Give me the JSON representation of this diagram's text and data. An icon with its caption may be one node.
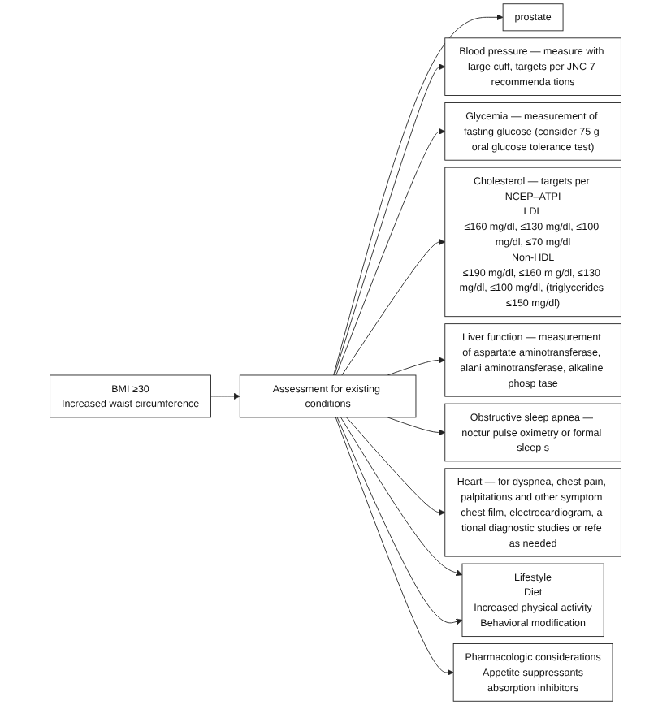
{
  "diagram": {
    "nodes": [
      {
        "text": [
          "BMI ≥30",
          "Increased waist circumference"
        ]
      },
      {
        "text": [
          "Assessment for existing conditions"
        ]
      },
      {
        "text": [
          "prostate"
        ]
      },
      {
        "text": [
          "Blood pressure — measure with large cuff, targets per JNC 7 recommenda tions"
        ]
      },
      {
        "text": [
          "Glycemia — measurement of fasting glucose (consider 75 g oral glucose tolerance test)"
        ]
      },
      {
        "text": [
          "Cholesterol — targets per NCEP–ATPI",
          "LDL",
          "≤160 mg/dl, ≤130 mg/dl, ≤100 mg/dl, ≤70 mg/dl",
          "Non-HDL",
          "≤190 mg/dl, ≤160 m g/dl, ≤130 mg/dl, ≤100 mg/dl, (triglycerides ≤150 mg/dl)"
        ]
      },
      {
        "text": [
          "Liver function — measurement of aspartate aminotransferase, alani aminotransferase, alkaline phosp tase"
        ]
      },
      {
        "text": [
          "Obstructive sleep apnea — noctur pulse oximetry or formal sleep s"
        ]
      },
      {
        "text": [
          "Heart — for dyspnea, chest pain, palpitations and other symptom chest film, electrocardiogram, a tional diagnostic studies or refe as needed"
        ]
      },
      {
        "text": [
          "Lifestyle",
          "Diet",
          "Increased physical activity",
          "Behavioral modification"
        ]
      },
      {
        "text": [
          "Pharmacologic considerations",
          "Appetite suppressants",
          "absorption inhibitors"
        ]
      }
    ],
    "edges": [
      {
        "from": 0,
        "to": 1,
        "arrow": "to"
      },
      {
        "from": 1,
        "to": 2,
        "arrow": "to"
      },
      {
        "from": 1,
        "to": 3,
        "arrow": "to"
      },
      {
        "from": 1,
        "to": 4,
        "arrow": "to"
      },
      {
        "from": 1,
        "to": 5,
        "arrow": "to"
      },
      {
        "from": 1,
        "to": 6,
        "arrow": "to"
      },
      {
        "from": 1,
        "to": 7,
        "arrow": "to"
      },
      {
        "from": 1,
        "to": 8,
        "arrow": "to"
      },
      {
        "from": 1,
        "to": 9,
        "arrow": "to"
      },
      {
        "from": 1,
        "to": 10,
        "arrow": "to"
      },
      {
        "from": 1,
        "to": 9,
        "arrow": "to"
      }
    ]
  }
}
